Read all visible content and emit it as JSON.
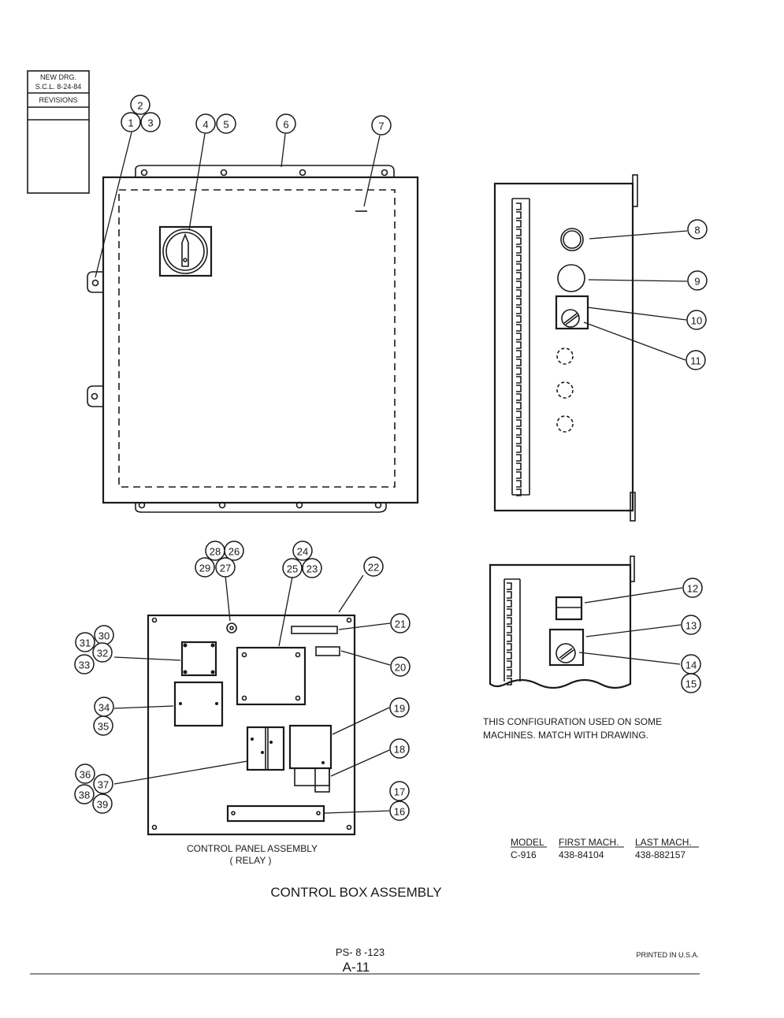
{
  "revision_block": {
    "line1": "NEW DRG.",
    "line2": "S.C.L. 8-24-84",
    "header": "REVISIONS"
  },
  "callouts": [
    "1",
    "2",
    "3",
    "4",
    "5",
    "6",
    "7",
    "8",
    "9",
    "10",
    "11",
    "12",
    "13",
    "14",
    "15",
    "16",
    "17",
    "18",
    "19",
    "20",
    "21",
    "22",
    "23",
    "24",
    "25",
    "26",
    "27",
    "28",
    "29",
    "30",
    "31",
    "32",
    "33",
    "34",
    "35",
    "36",
    "37",
    "38",
    "39"
  ],
  "note": {
    "line1": "THIS CONFIGURATION USED ON SOME",
    "line2": "MACHINES. MATCH WITH DRAWING."
  },
  "model_table": {
    "headers": [
      "MODEL",
      "FIRST MACH.",
      "LAST MACH."
    ],
    "row": [
      "C-916",
      "438-84104",
      "438-882157"
    ]
  },
  "panel_caption": {
    "line1": "CONTROL PANEL ASSEMBLY",
    "line2": "( RELAY )"
  },
  "title": "CONTROL BOX ASSEMBLY",
  "footer": {
    "doc_number": "PS- 8 -123",
    "page": "A-11",
    "printed": "PRINTED IN U.S.A."
  }
}
